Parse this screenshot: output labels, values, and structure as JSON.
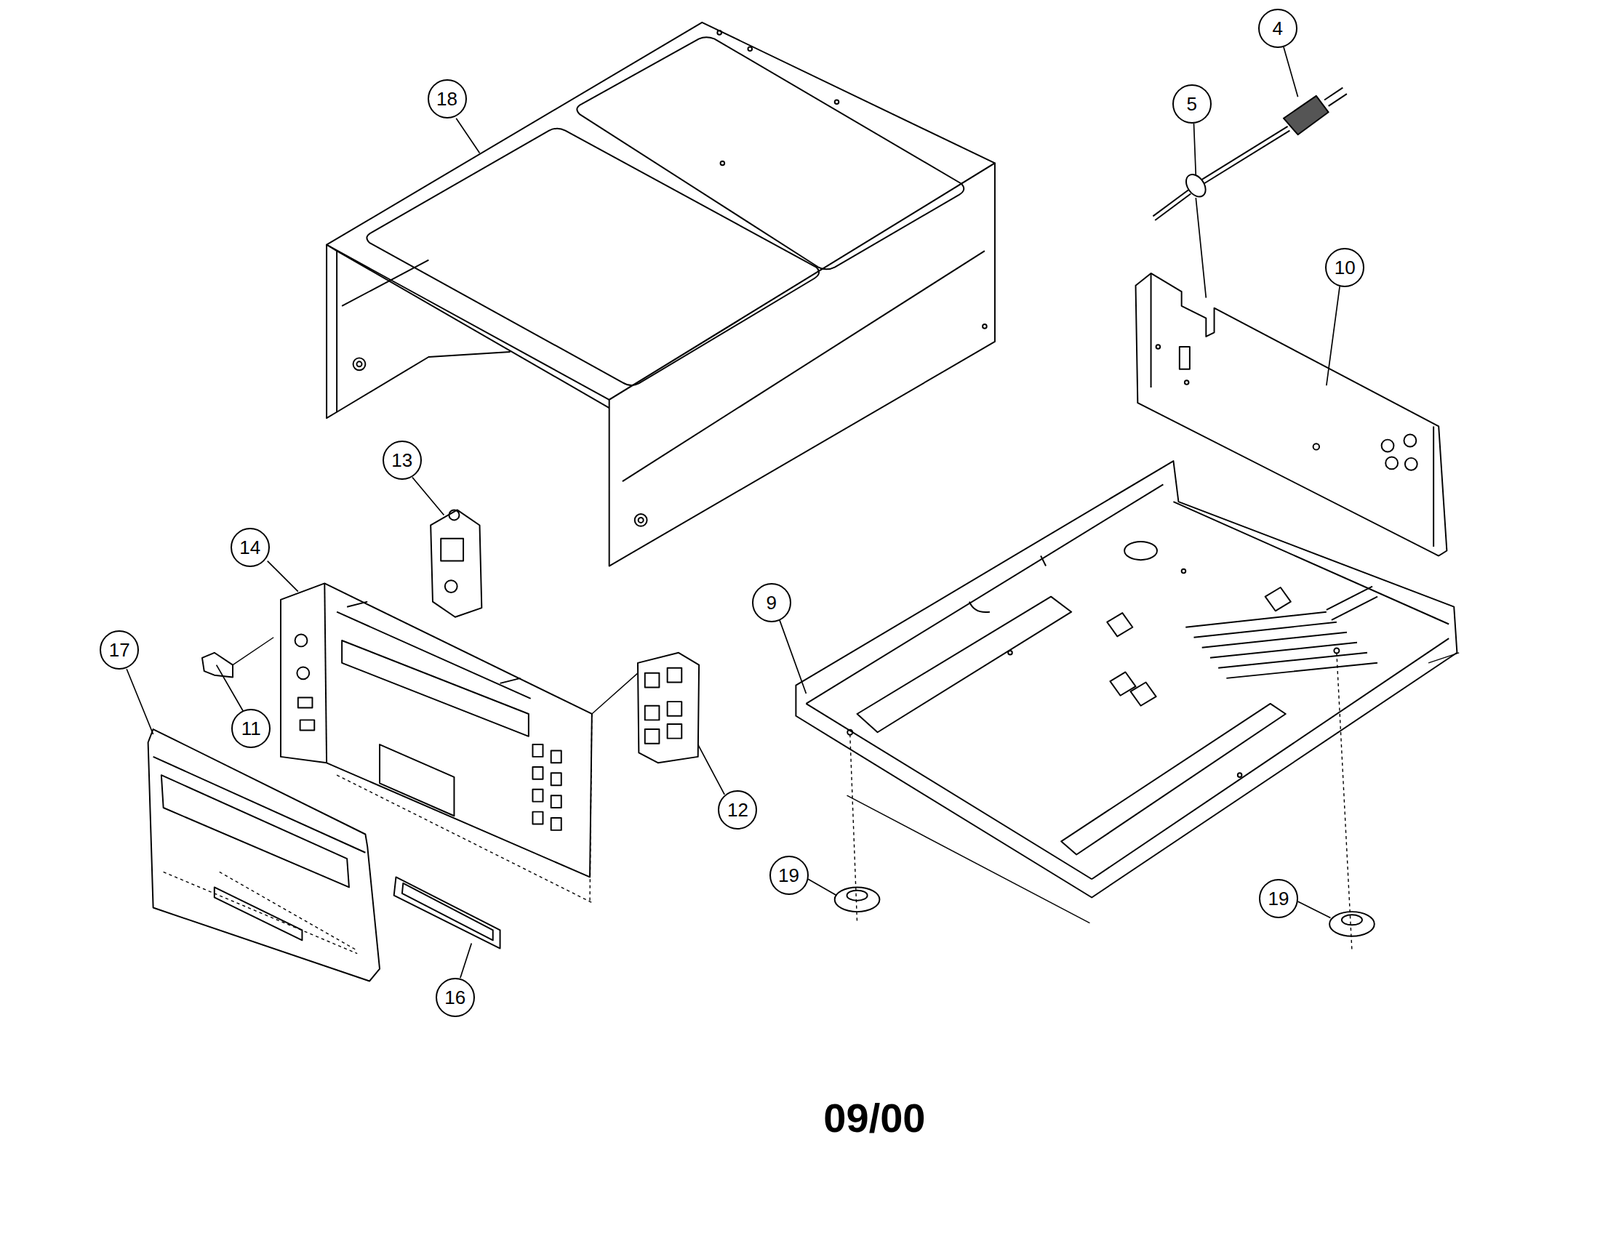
{
  "diagram": {
    "nodes": [
      {
        "text": [
          "4"
        ]
      },
      {
        "text": [
          "18"
        ]
      },
      {
        "text": [
          "5"
        ]
      },
      {
        "text": [
          "10"
        ]
      },
      {
        "text": [
          "13"
        ]
      },
      {
        "text": [
          "14"
        ]
      },
      {
        "text": [
          "9"
        ]
      },
      {
        "text": [
          "17"
        ]
      },
      {
        "text": [
          "11"
        ]
      },
      {
        "text": [
          "12"
        ]
      },
      {
        "text": [
          "19"
        ]
      },
      {
        "text": [
          "19"
        ]
      },
      {
        "text": [
          "16"
        ]
      }
    ],
    "labels": [
      "09/00"
    ]
  }
}
